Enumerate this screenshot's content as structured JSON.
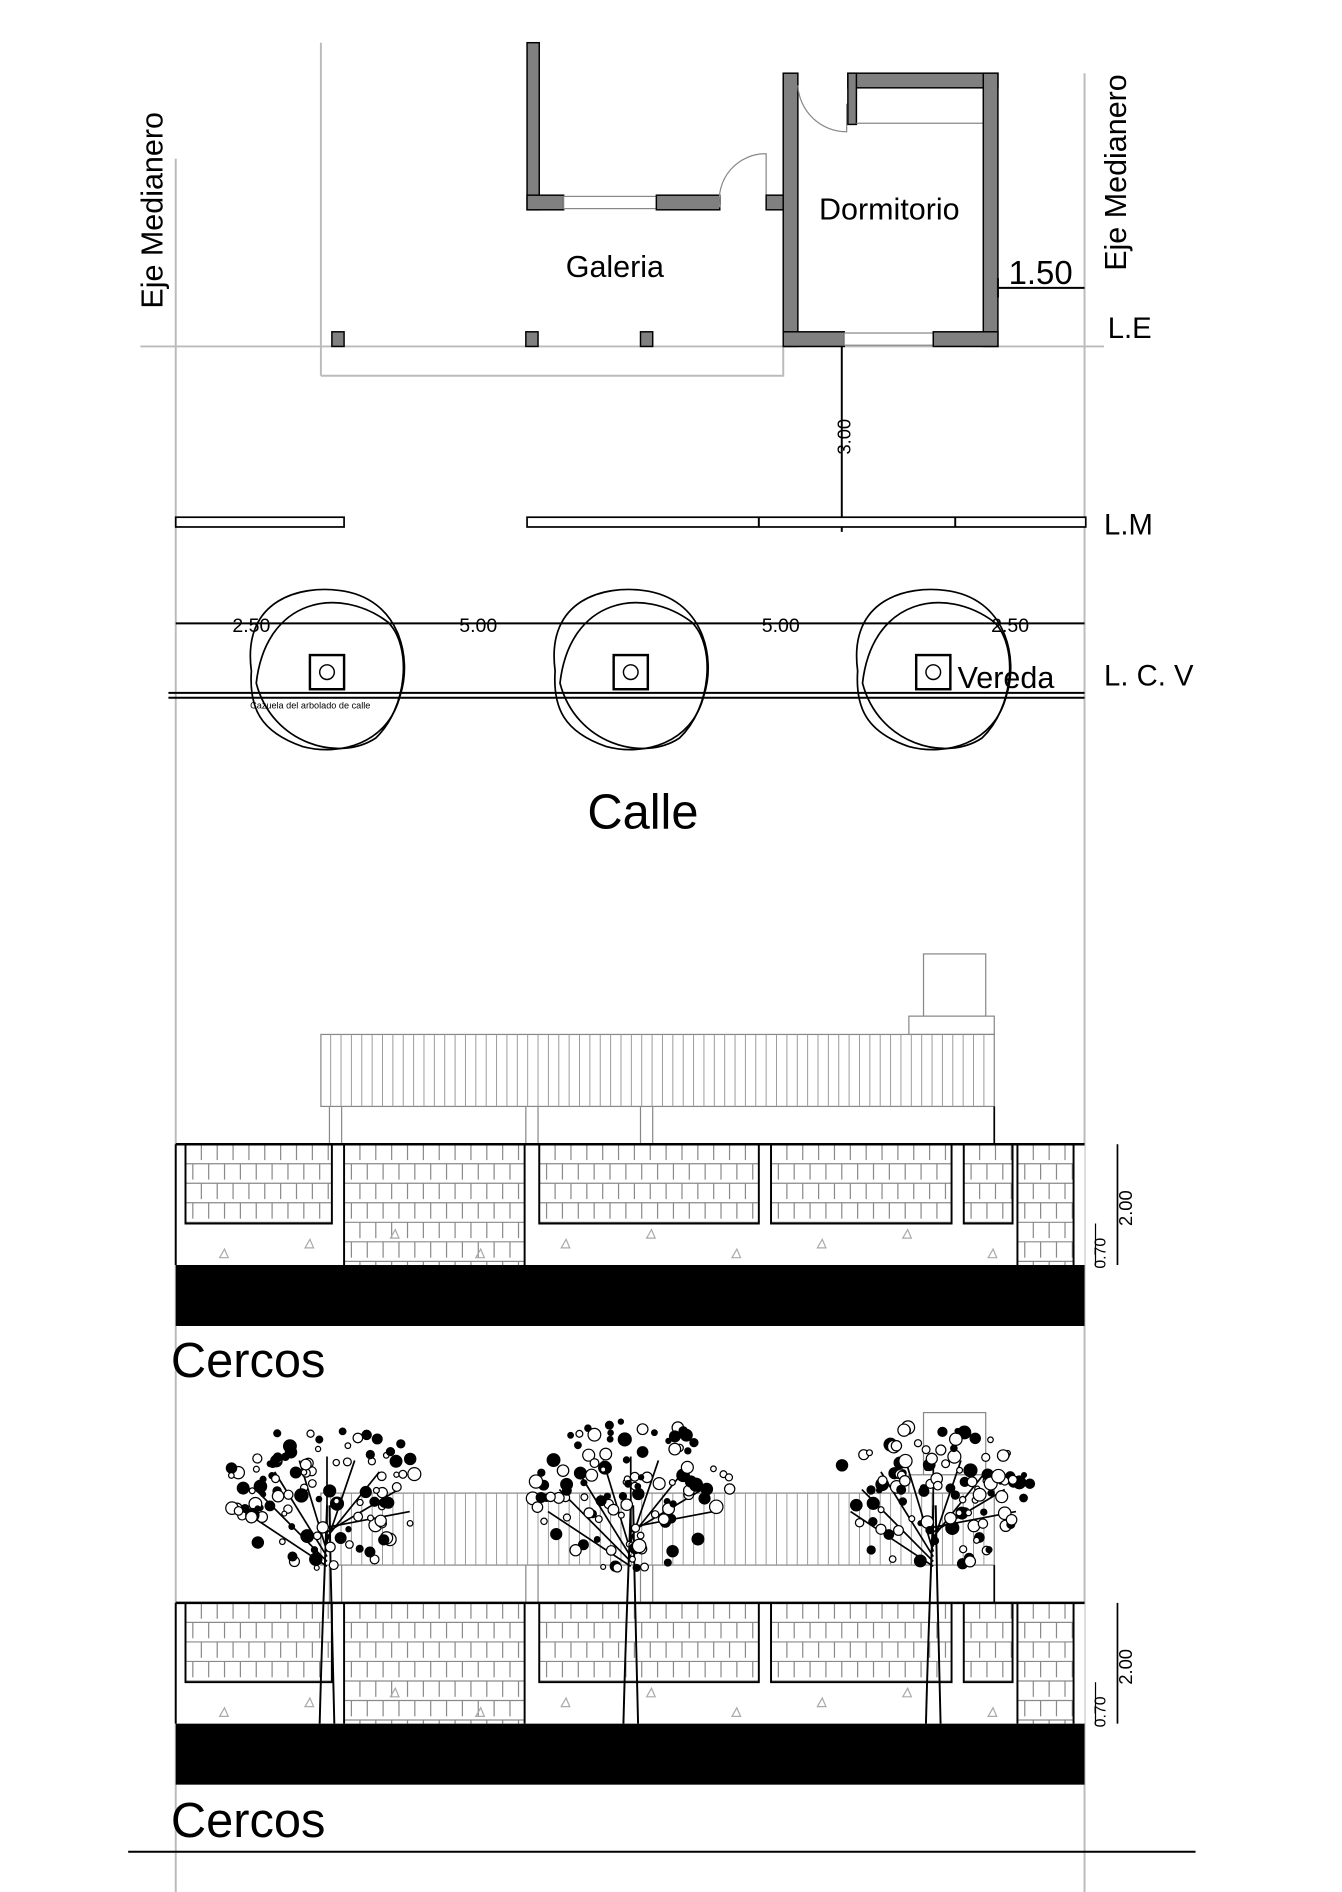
{
  "labels": {
    "axis_left": "Eje Medianero",
    "axis_right": "Eje Medianero",
    "galeria": "Galeria",
    "dormitorio": "Dormitorio",
    "setback_dim": "1.50",
    "le": "L.E",
    "lm": "L.M",
    "lcv": "L. C. V",
    "vereda": "Vereda",
    "calle": "Calle",
    "front_dim": "3.00",
    "cazuela": "Cazuela del arbolado de calle",
    "spacing_dims": [
      "2.50",
      "5.00",
      "5.00",
      "2.50"
    ],
    "fence_height_dim": "2.00",
    "base_height_dim": "0.70",
    "elevation_title_1": "Cercos",
    "elevation_title_2": "Cercos"
  },
  "colors": {
    "wall": "#808080",
    "line": "#000000",
    "guide": "#bbbbbb"
  }
}
